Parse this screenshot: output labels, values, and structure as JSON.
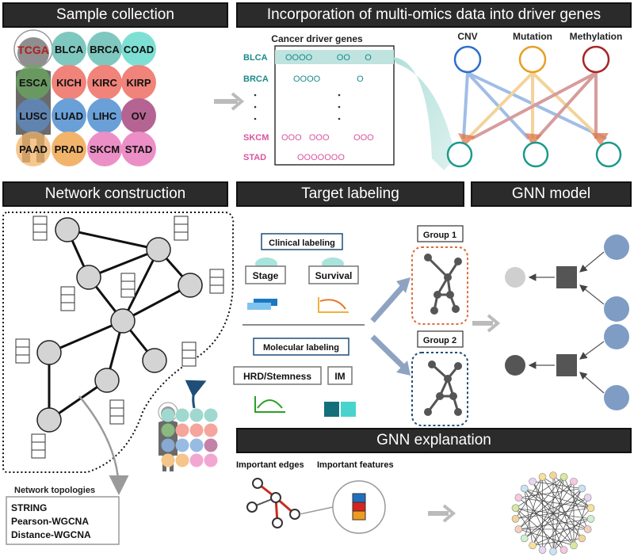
{
  "headers": {
    "sample_collection": "Sample collection",
    "multi_omics": "Incorporation of multi-omics data into driver genes",
    "network_construction": "Network construction",
    "target_labeling": "Target labeling",
    "gnn_model": "GNN model",
    "gnn_explanation": "GNN explanation"
  },
  "sample": {
    "source": "TCGA",
    "cancers": [
      "BLCA",
      "BRCA",
      "COAD",
      "ESCA",
      "KICH",
      "KIRC",
      "KIRP",
      "LUSC",
      "LUAD",
      "LIHC",
      "OV",
      "PAAD",
      "PRAD",
      "SKCM",
      "STAD"
    ]
  },
  "omics": {
    "table_title": "Cancer driver genes",
    "rows": [
      {
        "label": "BLCA",
        "marks": "OOOO          OO      O"
      },
      {
        "label": "BRCA",
        "marks": "OOOO               O"
      },
      {
        "label": "SKCM",
        "marks": "OOO   OOO          OOO"
      },
      {
        "label": "STAD",
        "marks": "OOOOOOO"
      }
    ],
    "layers": [
      "CNV",
      "Mutation",
      "Methylation"
    ]
  },
  "network": {
    "topologies_title": "Network topologies",
    "topologies": [
      "STRING",
      "Pearson-WGCNA",
      "Distance-WGCNA"
    ]
  },
  "labeling": {
    "clinical_title": "Clinical labeling",
    "stage": "Stage",
    "survival": "Survival",
    "molecular_title": "Molecular labeling",
    "hrd": "HRD/Stemness",
    "im": "IM",
    "group1": "Group 1",
    "group2": "Group 2"
  },
  "explanation": {
    "edges_label": "Important edges",
    "features_label": "Important features"
  },
  "colors": {
    "header_bg": "#2b2b2b",
    "teal": "#1b8a8a",
    "pink": "#d9559e",
    "cnv": "#2f6fc9",
    "mutation": "#e6a024",
    "methylation": "#a82525",
    "node_gray": "#cfcfcf",
    "gnn_blue": "#7e9cc4"
  }
}
